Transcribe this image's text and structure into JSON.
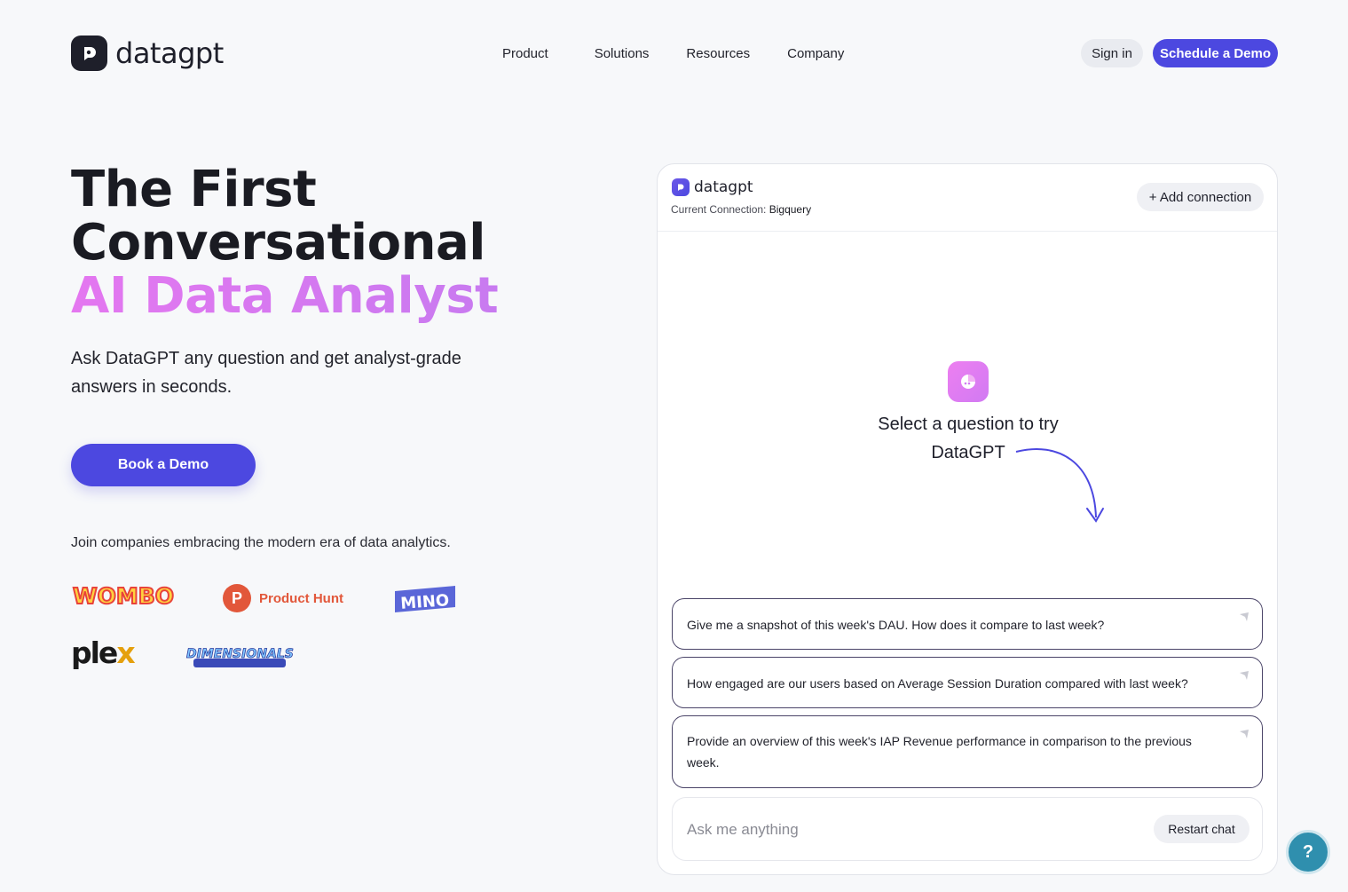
{
  "brand": {
    "name": "datagpt"
  },
  "nav": {
    "items": [
      {
        "label": "Product"
      },
      {
        "label": "Solutions"
      },
      {
        "label": "Resources"
      },
      {
        "label": "Company"
      }
    ],
    "signin_label": "Sign in",
    "demo_label": "Schedule a Demo"
  },
  "hero": {
    "title_line1": "The First",
    "title_line2": "Conversational",
    "title_line3": "AI Data Analyst",
    "subtitle": "Ask DataGPT any question and get analyst-grade answers in seconds.",
    "cta_label": "Book a Demo",
    "join_text": "Join companies embracing the modern era of data analytics."
  },
  "customers": [
    {
      "name": "WOMBO"
    },
    {
      "name": "Product Hunt"
    },
    {
      "name": "MINO"
    },
    {
      "name": "plex"
    },
    {
      "name": "DIMENSIONALS"
    }
  ],
  "chat": {
    "brand": "datagpt",
    "connection_prefix": "Current Connection:",
    "connection_name": "Bigquery",
    "add_connection_label": "+ Add connection",
    "prompt_line1": "Select a question to try",
    "prompt_line2": "DataGPT",
    "questions": [
      {
        "text": "Give me a snapshot of this week's DAU. How does it compare to last week?"
      },
      {
        "text": "How engaged are our users based on Average Session Duration compared with last week?"
      },
      {
        "text": "Provide an overview of this week's IAP Revenue performance in comparison to the previous week."
      }
    ],
    "input_placeholder": "Ask me anything",
    "restart_label": "Restart chat"
  },
  "help": {
    "icon": "help-chat-icon",
    "glyph": "?"
  },
  "colors": {
    "accent": "#4c48e0",
    "gradient_start": "#e477f0",
    "gradient_end": "#c87af0",
    "dark": "#1e1f2a",
    "background": "#f7f8fa"
  }
}
